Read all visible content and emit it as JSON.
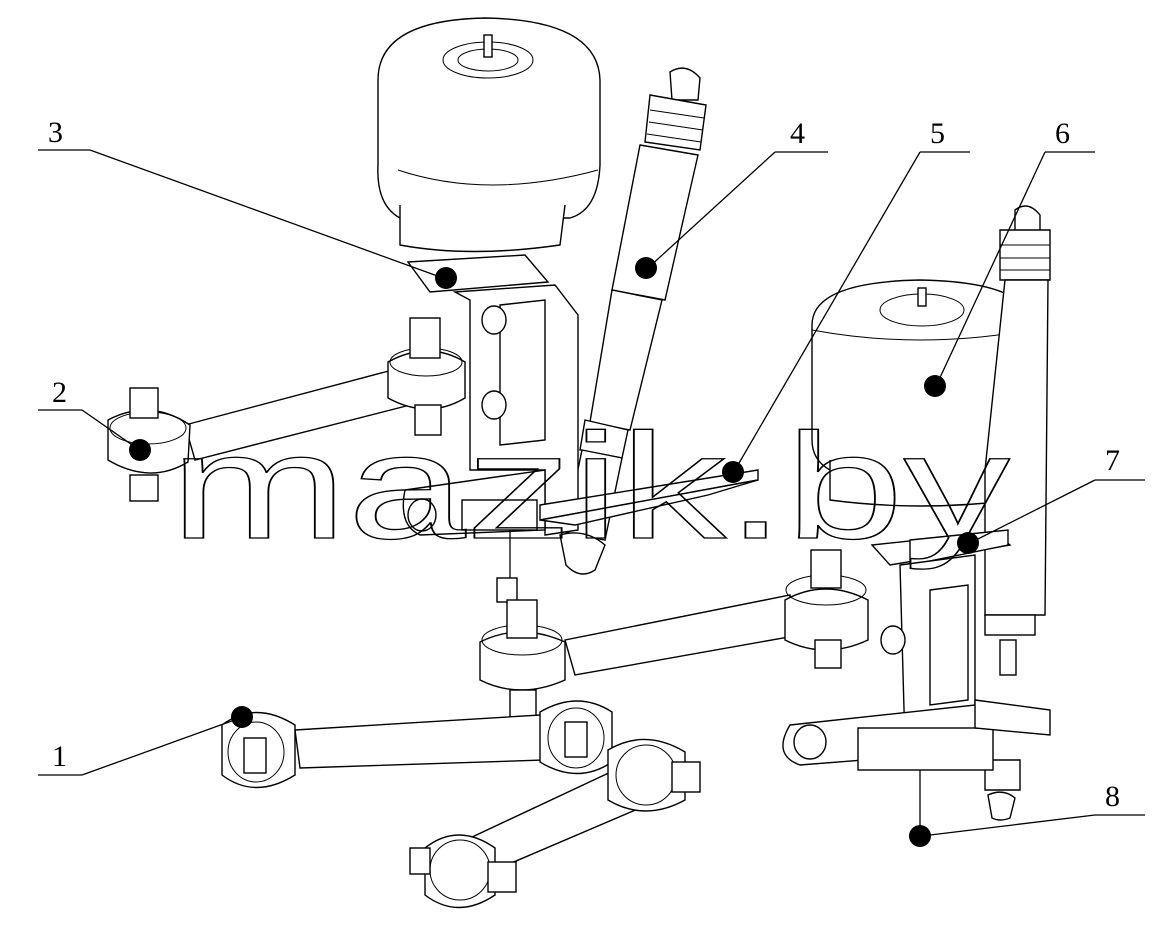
{
  "callouts": [
    {
      "number": "1"
    },
    {
      "number": "2"
    },
    {
      "number": "3"
    },
    {
      "number": "4"
    },
    {
      "number": "5"
    },
    {
      "number": "6"
    },
    {
      "number": "7"
    },
    {
      "number": "8"
    }
  ],
  "watermark": "mazik.by"
}
